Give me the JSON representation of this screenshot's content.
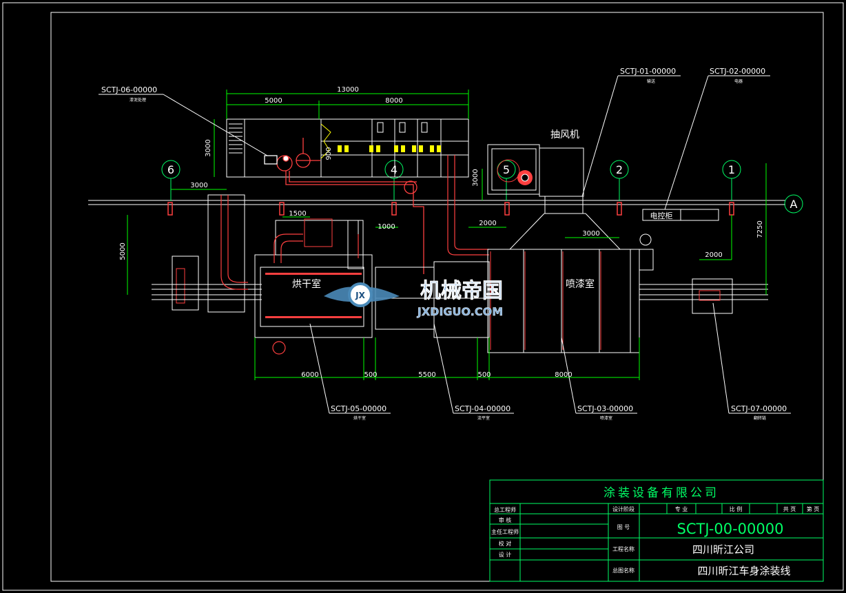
{
  "dimensions": {
    "d13000": "13000",
    "d5000_top": "5000",
    "d8000_top": "8000",
    "d3000_left_v": "3000",
    "d3000_h": "3000",
    "d3000_right_v": "3000",
    "d1500": "1500",
    "d1000": "1000",
    "d2000_mid": "2000",
    "d3000_mid": "3000",
    "d5000_v": "5000",
    "d7250": "7250",
    "d2000_right": "2000",
    "d6000": "6000",
    "d500_a": "500",
    "d5500": "5500",
    "d500_b": "500",
    "d8000_bottom": "8000",
    "d900": "900"
  },
  "grid_axes": {
    "axis_6": "6",
    "axis_4": "4",
    "axis_5": "5",
    "axis_2": "2",
    "axis_1": "1",
    "axis_A": "A"
  },
  "callouts": {
    "c06_code": "SCTJ-06-00000",
    "c06_desc": "漆泥处理",
    "c01_code": "SCTJ-01-00000",
    "c01_desc": "输送",
    "c02_code": "SCTJ-02-00000",
    "c02_desc": "电器",
    "c05_code": "SCTJ-05-00000",
    "c05_desc": "烘干室",
    "c04_code": "SCTJ-04-00000",
    "c04_desc": "流平室",
    "c03_code": "SCTJ-03-00000",
    "c03_desc": "喷漆室",
    "c07_code": "SCTJ-07-00000",
    "c07_desc": "翻转链"
  },
  "labels": {
    "fan": "抽风机",
    "control_cabinet": "电控柜",
    "oven_room": "烘干室",
    "spray_room": "喷漆室"
  },
  "watermark": {
    "logo_cn": "机械帝国",
    "logo_url": "JXDIGUO.COM",
    "emblem": "JX"
  },
  "title_block": {
    "company": "涂装设备有限公司",
    "left_rows": [
      "总工程师",
      "审  核",
      "主任工程师",
      "校  对",
      "设  计"
    ],
    "design_stage": "设计阶段",
    "specialty": "专 业",
    "scale": "比 例",
    "total_pages": "共 页",
    "page": "第 页",
    "drawing_no_label": "图 号",
    "drawing_no": "SCTJ-00-00000",
    "project_name_label": "工程名称",
    "project_name": "四川昕江公司",
    "drawing_title_label": "总图名称",
    "drawing_title": "四川昕江车身涂装线"
  },
  "colors": {
    "background": "#000000",
    "outline": "#ffffff",
    "dimension": "#00ff00",
    "equipment": "#ff4040",
    "text_white": "#ffffff",
    "title_green": "#00ff66",
    "conveyor": "#ffffff",
    "yellow_parts": "#ffff00"
  }
}
